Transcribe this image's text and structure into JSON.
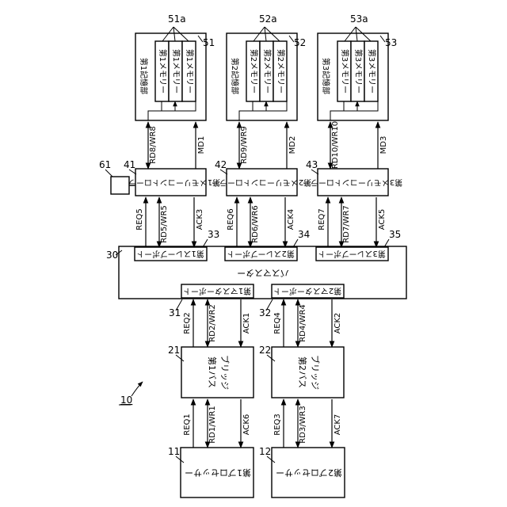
{
  "figure_number": "10",
  "processors": [
    {
      "ref": "11",
      "label": "第1プロセッサー"
    },
    {
      "ref": "12",
      "label": "第2プロセッサー"
    }
  ],
  "bridges": [
    {
      "ref": "21",
      "line1": "第1バス",
      "line2": "ブリッジ"
    },
    {
      "ref": "22",
      "line1": "第2バス",
      "line2": "ブリッジ"
    }
  ],
  "bus_master": {
    "ref": "30",
    "label": "バスマスター"
  },
  "master_ports": [
    {
      "ref": "31",
      "label": "第1マスターポート"
    },
    {
      "ref": "32",
      "label": "第2マスターポート"
    }
  ],
  "slave_ports": [
    {
      "ref": "33",
      "label": "第1スレーブポート"
    },
    {
      "ref": "34",
      "label": "第2スレーブポート"
    },
    {
      "ref": "35",
      "label": "第3スレーブポート"
    }
  ],
  "controllers": [
    {
      "ref": "41",
      "label": "第1メモリーコントローラー"
    },
    {
      "ref": "42",
      "label": "第2メモリーコントローラー"
    },
    {
      "ref": "43",
      "label": "第3メモリーコントローラー"
    }
  ],
  "external": {
    "ref": "61"
  },
  "storage": [
    {
      "ref": "51",
      "sub_ref": "51a",
      "label": "第1記憶部",
      "memory_label": "第1メモリー"
    },
    {
      "ref": "52",
      "sub_ref": "52a",
      "label": "第2記憶部",
      "memory_label": "第2メモリー"
    },
    {
      "ref": "53",
      "sub_ref": "53a",
      "label": "第3記憶部",
      "memory_label": "第3メモリー"
    }
  ],
  "signals": {
    "rd1": "RD1/WR1",
    "req1": "REQ1",
    "ack6": "ACK6",
    "rd3": "RD3/WR3",
    "req3": "REQ3",
    "ack7": "ACK7",
    "rd2": "RD2/WR2",
    "req2": "REQ2",
    "ack1": "ACK1",
    "rd4": "RD4/WR4",
    "req4": "REQ4",
    "ack2": "ACK2",
    "rd5": "RD5/WR5",
    "req5": "REQ5",
    "ack3": "ACK3",
    "rd6": "RD6/WR6",
    "req6": "REQ6",
    "ack4": "ACK4",
    "rd7": "RD7/WR7",
    "req7": "REQ7",
    "ack5": "ACK5",
    "rd8": "RD8/WR8",
    "md1": "MD1",
    "rd9": "RD9/WR9",
    "md2": "MD2",
    "rd10": "RD10/WR10",
    "md3": "MD3"
  }
}
